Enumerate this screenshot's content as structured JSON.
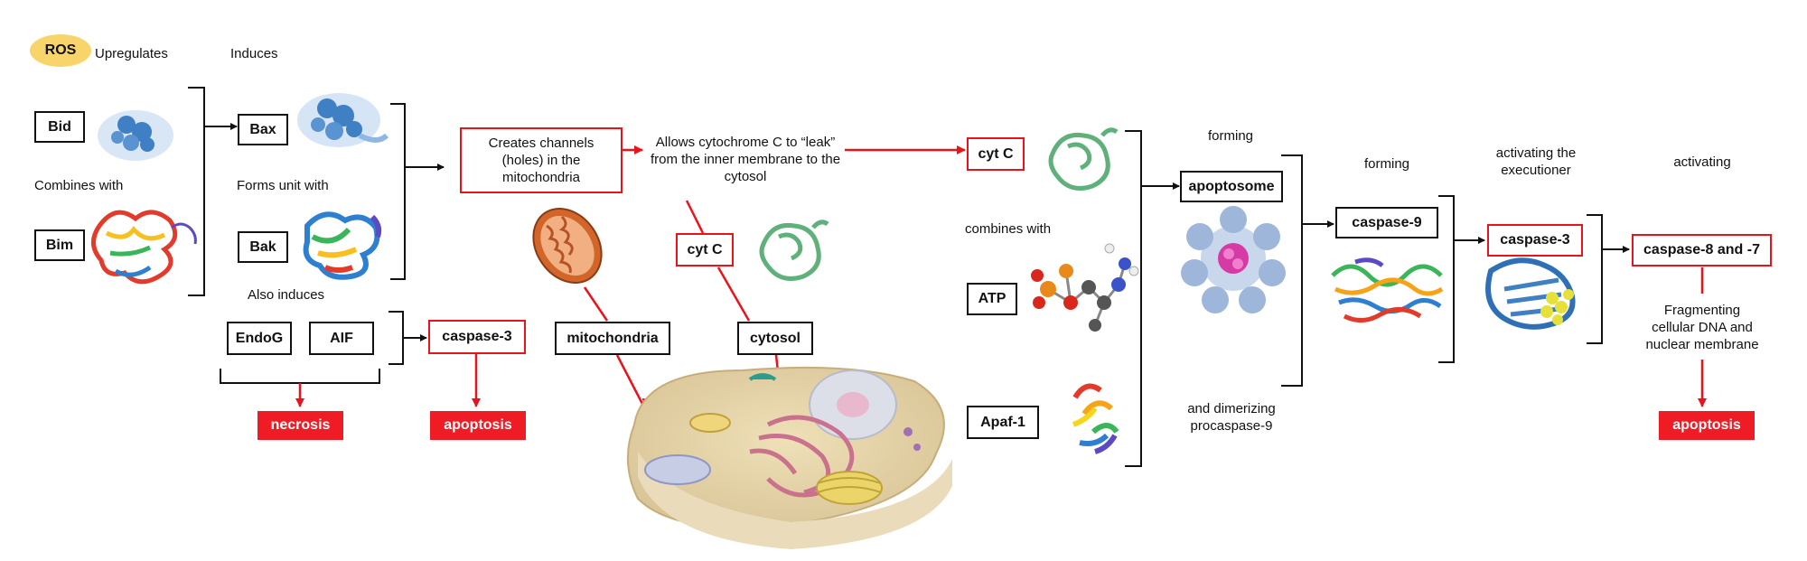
{
  "ros": "ROS",
  "labels": {
    "upregulates": "Upregulates",
    "induces": "Induces",
    "combines_with_1": "Combines with",
    "forms_unit_with": "Forms unit with",
    "also_induces": "Also induces",
    "allows_cytc": "Allows  cytochrome C to “leak” from the inner membrane to the cytosol",
    "combines_with_2": "combines with",
    "forming_1": "forming",
    "forming_2": "forming",
    "dimerizing": "and dimerizing procaspase-9",
    "activating_exec": "activating the executioner",
    "activating": "activating",
    "fragmenting": "Fragmenting cellular DNA and nuclear membrane"
  },
  "boxes": {
    "bid": "Bid",
    "bim": "Bim",
    "bax": "Bax",
    "bak": "Bak",
    "endog": "EndoG",
    "aif": "AIF",
    "mitochondria": "mitochondria",
    "cytosol": "cytosol",
    "atp": "ATP",
    "apaf1": "Apaf-1",
    "apoptosome": "apoptosome",
    "caspase9": "caspase-9"
  },
  "red_boxes": {
    "creates_channels": "Creates channels (holes) in the mitochondria",
    "caspase3_left": "caspase-3",
    "cytc_mid": "cyt C",
    "cytc_right": "cyt C",
    "caspase3_right": "caspase-3",
    "caspase87": "caspase-8 and -7"
  },
  "outcomes": {
    "necrosis": "necrosis",
    "apoptosis_left": "apoptosis",
    "apoptosis_right": "apoptosis"
  },
  "colors": {
    "red": "#e8141b",
    "ros_yellow": "#f7d56b",
    "protein_blue": "#3f7fc4",
    "cytc_green": "#5fb07a"
  }
}
